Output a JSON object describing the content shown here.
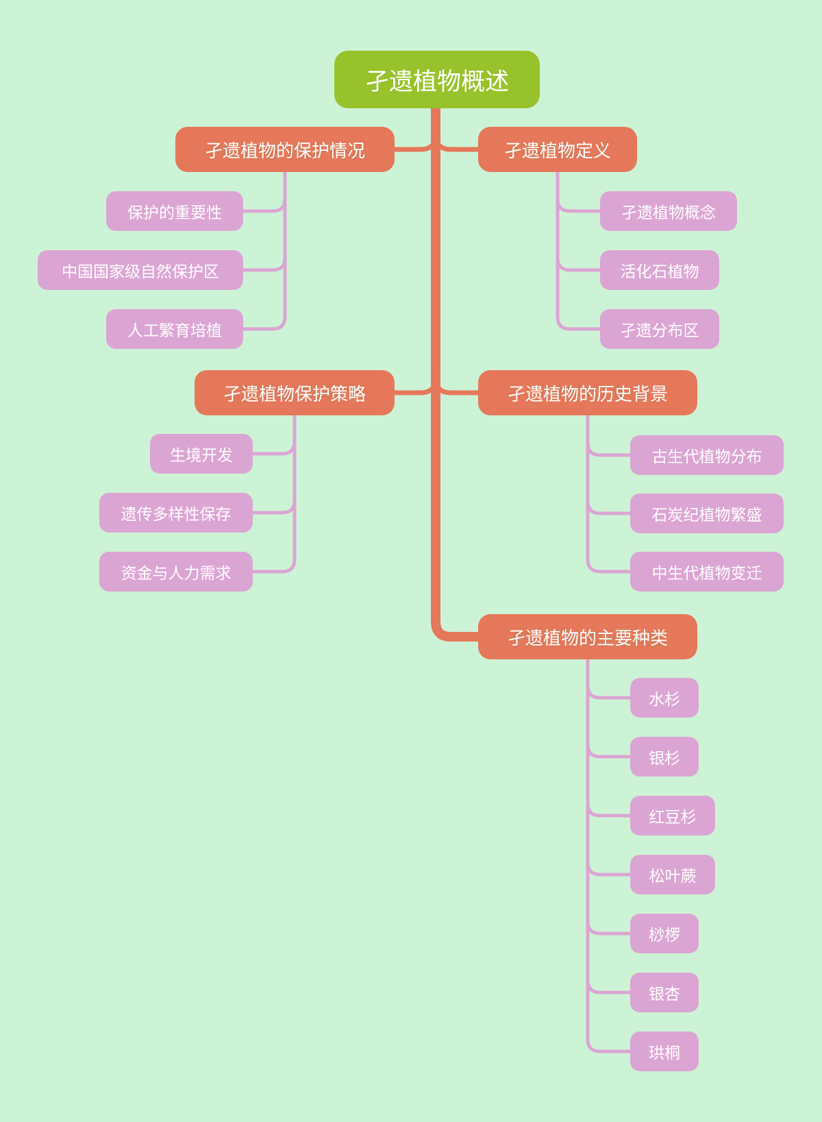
{
  "colors": {
    "background": "#cdf3d6",
    "root": "#98c22b",
    "branch": "#e5785a",
    "leaf": "#dba5d3",
    "text": "#ffffff"
  },
  "root": {
    "label": "孑遗植物概述"
  },
  "branches": [
    {
      "label": "孑遗植物的保护情况",
      "side": "left",
      "children": [
        "保护的重要性",
        "中国国家级自然保护区",
        "人工繁育培植"
      ]
    },
    {
      "label": "孑遗植物定义",
      "side": "right",
      "children": [
        "孑遗植物概念",
        "活化石植物",
        "孑遗分布区"
      ]
    },
    {
      "label": "孑遗植物保护策略",
      "side": "left",
      "children": [
        "生境开发",
        "遗传多样性保存",
        "资金与人力需求"
      ]
    },
    {
      "label": "孑遗植物的历史背景",
      "side": "right",
      "children": [
        "古生代植物分布",
        "石炭纪植物繁盛",
        "中生代植物变迁"
      ]
    },
    {
      "label": "孑遗植物的主要种类",
      "side": "right",
      "children": [
        "水杉",
        "银杉",
        "红豆杉",
        "松叶蕨",
        "桫椤",
        "银杏",
        "珙桐"
      ]
    }
  ]
}
